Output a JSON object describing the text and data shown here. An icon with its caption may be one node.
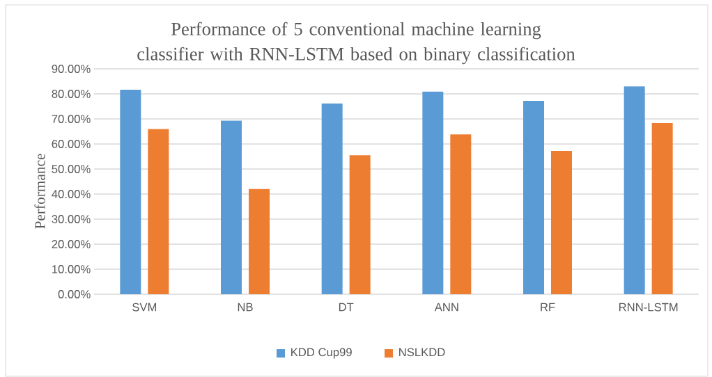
{
  "diagram": {
    "chart_data": {
      "type": "bar",
      "title": "Performance of 5 conventional machine learning classifier with RNN-LSTM based on binary classification",
      "ylabel": "Performance",
      "categories": [
        "SVM",
        "NB",
        "DT",
        "ANN",
        "RF",
        "RNN-LSTM"
      ],
      "series": [
        {
          "name": "KDD Cup99",
          "color": "#5b9bd5",
          "values": [
            81.7,
            69.3,
            76.2,
            80.9,
            77.2,
            83.0
          ]
        },
        {
          "name": "NSLKDD",
          "color": "#ed7d31",
          "values": [
            66.0,
            42.0,
            55.5,
            63.8,
            57.2,
            68.3
          ]
        }
      ],
      "ylim": [
        0,
        90
      ],
      "grid": "y",
      "legend": "bottom",
      "yticks": [
        {
          "value": 0,
          "label": "0.00%"
        },
        {
          "value": 10,
          "label": "10.00%"
        },
        {
          "value": 20,
          "label": "20.00%"
        },
        {
          "value": 30,
          "label": "30.00%"
        },
        {
          "value": 40,
          "label": "40.00%"
        },
        {
          "value": 50,
          "label": "50.00%"
        },
        {
          "value": 60,
          "label": "60.00%"
        },
        {
          "value": 70,
          "label": "70.00%"
        },
        {
          "value": 80,
          "label": "80.00%"
        },
        {
          "value": 90,
          "label": "90.00%"
        }
      ]
    }
  }
}
